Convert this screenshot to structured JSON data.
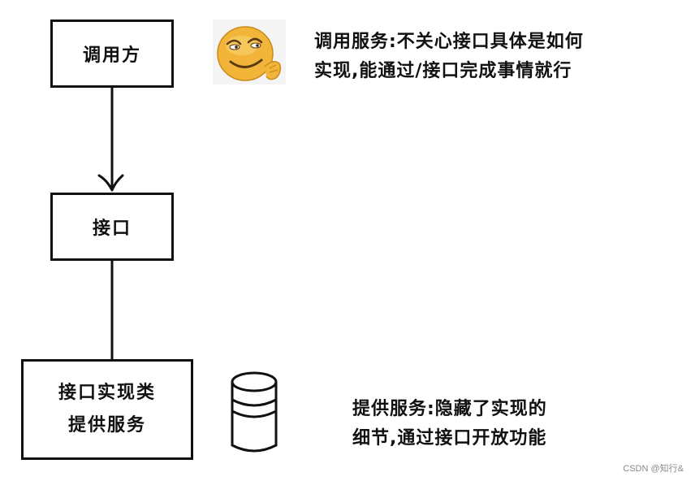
{
  "boxes": {
    "caller": "调用方",
    "interface": "接口",
    "impl_line1": "接口实现类",
    "impl_line2": "提供服务"
  },
  "notes": {
    "caller_line1": "调用服务:不关心接口具体是如何",
    "caller_line2": "实现,能通过/接口完成事情就行",
    "provider_line1": "提供服务:隐藏了实现的",
    "provider_line2": "细节,通过接口开放功能"
  },
  "icons": {
    "emoji": "smirking-face-icon",
    "database": "database-icon"
  },
  "watermark": "CSDN @知行&",
  "colors": {
    "line": "#111111",
    "emoji_face": "#f2b53a"
  }
}
